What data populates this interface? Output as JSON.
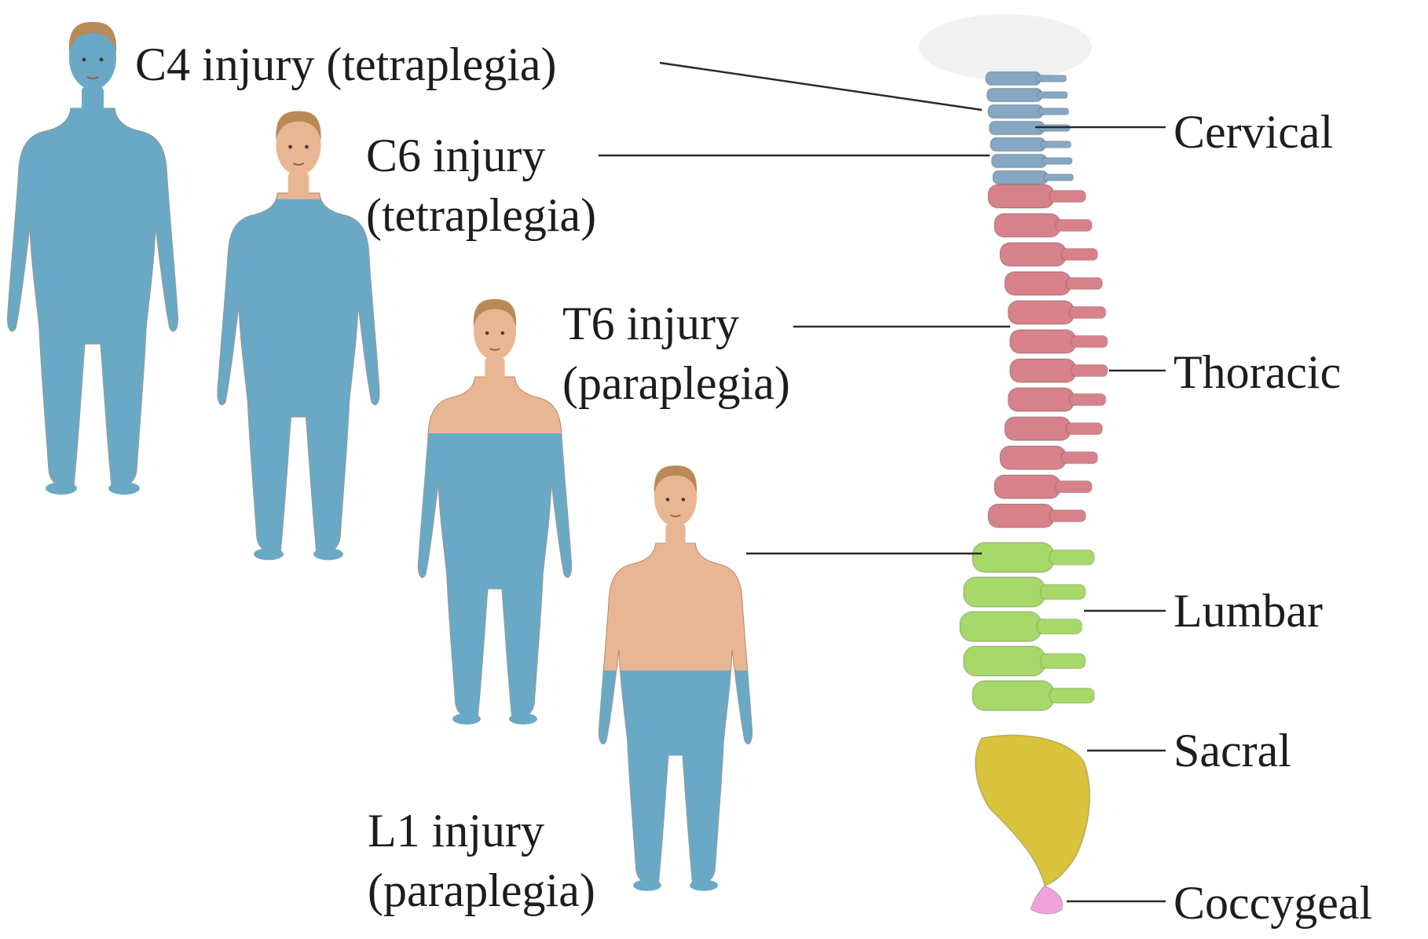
{
  "injuries": [
    {
      "level": "C4 injury (tetraplegia)",
      "type": ""
    },
    {
      "level": "C6 injury",
      "type": "(tetraplegia)"
    },
    {
      "level": "T6 injury",
      "type": "(paraplegia)"
    },
    {
      "level": "L1 injury",
      "type": "(paraplegia)"
    }
  ],
  "regions": [
    {
      "name": "Cervical",
      "color": "#86a8c4"
    },
    {
      "name": "Thoracic",
      "color": "#d7828a"
    },
    {
      "name": "Lumbar",
      "color": "#a6d86a"
    },
    {
      "name": "Sacral",
      "color": "#d9c23c"
    },
    {
      "name": "Coccygeal",
      "color": "#eea3da"
    }
  ],
  "colors": {
    "paralysis": "#6aa9c6",
    "skin": "#e9b693",
    "hair": "#b98a56",
    "leader_line": "#2a2a2a"
  }
}
